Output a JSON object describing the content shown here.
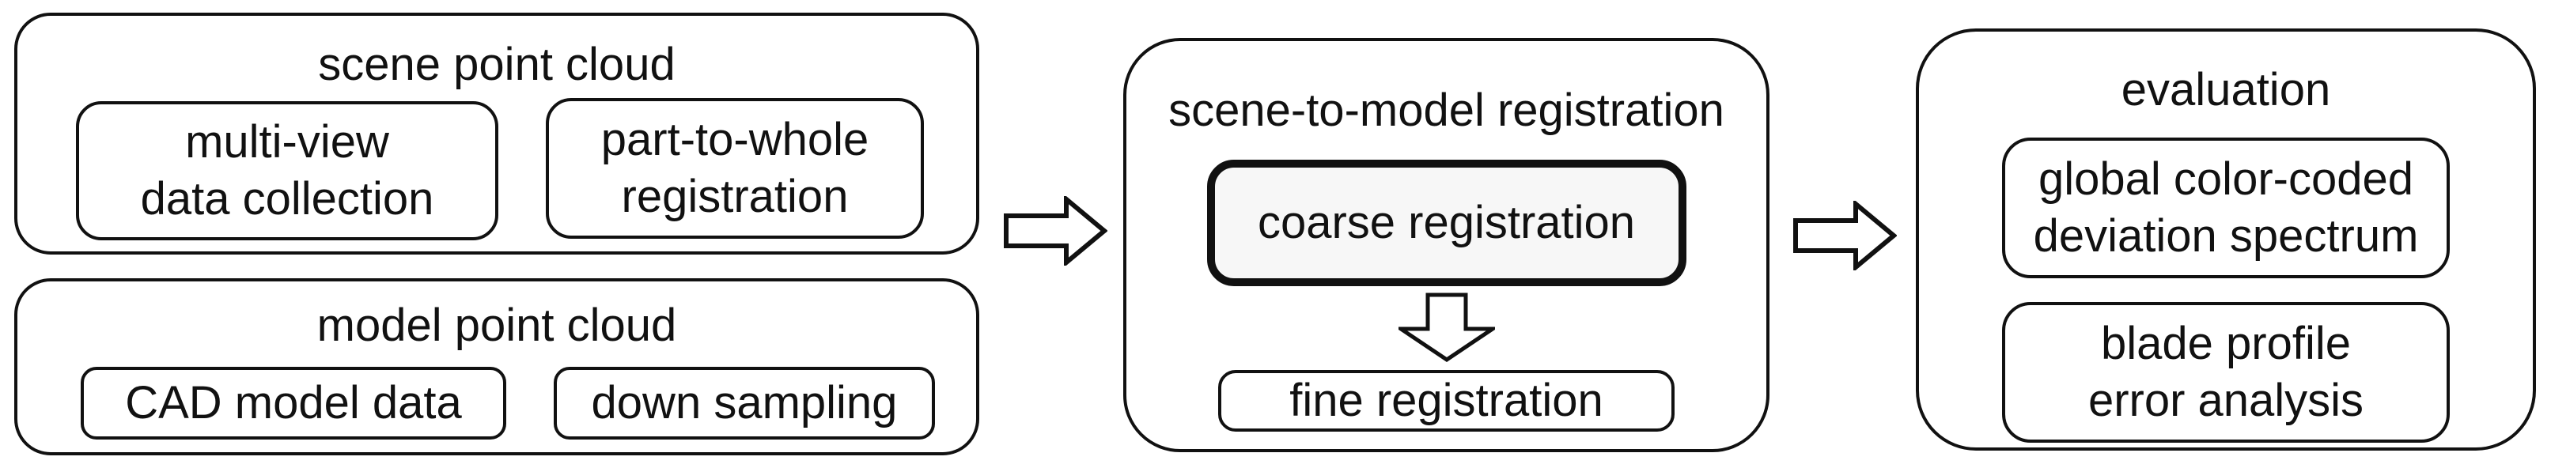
{
  "flow": {
    "scene": {
      "title": "scene point cloud",
      "box1": {
        "line1": "multi-view",
        "line2": "data collection"
      },
      "box2": {
        "line1": "part-to-whole",
        "line2": "registration"
      }
    },
    "model": {
      "title": "model point cloud",
      "box1": {
        "line1": "CAD model data"
      },
      "box2": {
        "line1": "down sampling"
      }
    },
    "registration": {
      "title": "scene-to-model registration",
      "coarse": {
        "line1": "coarse registration"
      },
      "fine": {
        "line1": "fine registration"
      }
    },
    "evaluation": {
      "title": "evaluation",
      "box1": {
        "line1": "global color-coded",
        "line2": "deviation spectrum"
      },
      "box2": {
        "line1": "blade profile",
        "line2": "error analysis"
      }
    }
  },
  "icons": {
    "arrow_scene_to_registration": "hollow-right-arrow",
    "arrow_registration_to_evaluation": "hollow-right-arrow",
    "arrow_coarse_to_fine": "hollow-down-arrow"
  },
  "colors": {
    "outline": "#111111",
    "text": "#111111",
    "background": "#ffffff",
    "coarse_box_fill": "#f7f7f7"
  }
}
